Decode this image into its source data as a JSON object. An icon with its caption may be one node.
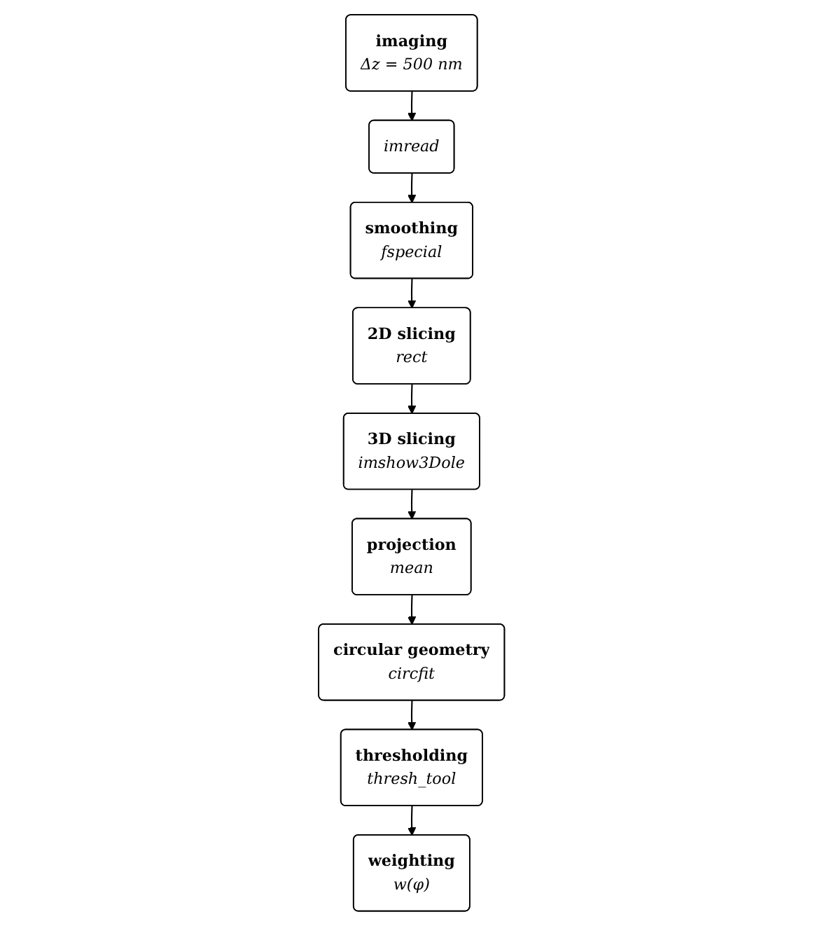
{
  "diagram": {
    "nodes": [
      {
        "text": [
          "imaging",
          "Δz = 500 nm"
        ]
      },
      {
        "text": [
          "imread"
        ]
      },
      {
        "text": [
          "smoothing",
          "fspecial"
        ]
      },
      {
        "text": [
          "2D slicing",
          "rect"
        ]
      },
      {
        "text": [
          "3D slicing",
          "imshow3Dole"
        ]
      },
      {
        "text": [
          "projection",
          "mean"
        ]
      },
      {
        "text": [
          "circular geometry",
          "circfit"
        ]
      },
      {
        "text": [
          "thresholding",
          "thresh_tool"
        ]
      },
      {
        "text": [
          "weighting",
          "w(φ)"
        ]
      }
    ],
    "edges": [
      {
        "from": 0,
        "to": 1,
        "arrow": "to"
      },
      {
        "from": 1,
        "to": 2,
        "arrow": "to"
      },
      {
        "from": 2,
        "to": 3,
        "arrow": "to"
      },
      {
        "from": 3,
        "to": 4,
        "arrow": "to"
      },
      {
        "from": 4,
        "to": 5,
        "arrow": "to"
      },
      {
        "from": 5,
        "to": 6,
        "arrow": "to"
      },
      {
        "from": 6,
        "to": 7,
        "arrow": "to"
      },
      {
        "from": 7,
        "to": 8,
        "arrow": "to"
      }
    ]
  }
}
